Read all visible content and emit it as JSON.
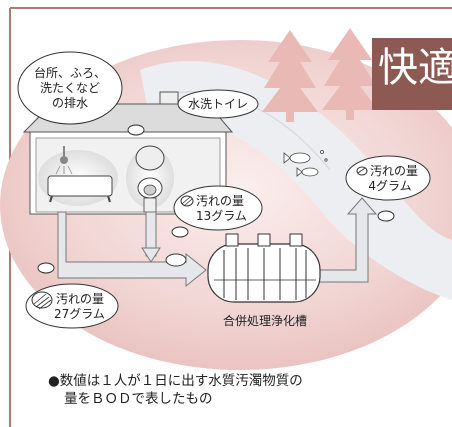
{
  "diagram": {
    "title": "快適",
    "sources": {
      "kitchen_bath": [
        "台所、ふろ、",
        "洗たくなど",
        "の排水"
      ],
      "toilet": "水洗トイレ"
    },
    "pollution": {
      "label": "汚れの量",
      "before_total": "27グラム",
      "toilet_amount": "13グラム",
      "after": "4グラム"
    },
    "tank_label": "合併処理浄化槽",
    "note": [
      "●数値は１人が１日に出す水質汚濁物質の",
      "量をＢＯＤで表したもの"
    ]
  },
  "colors": {
    "background_oval": "#f2d6d3",
    "title_box": "#8c5a52",
    "tree": "#e8b7b2",
    "river": "#e9ebee",
    "frame": "#b07a72",
    "arrow_fill": "#e8e9ec"
  }
}
